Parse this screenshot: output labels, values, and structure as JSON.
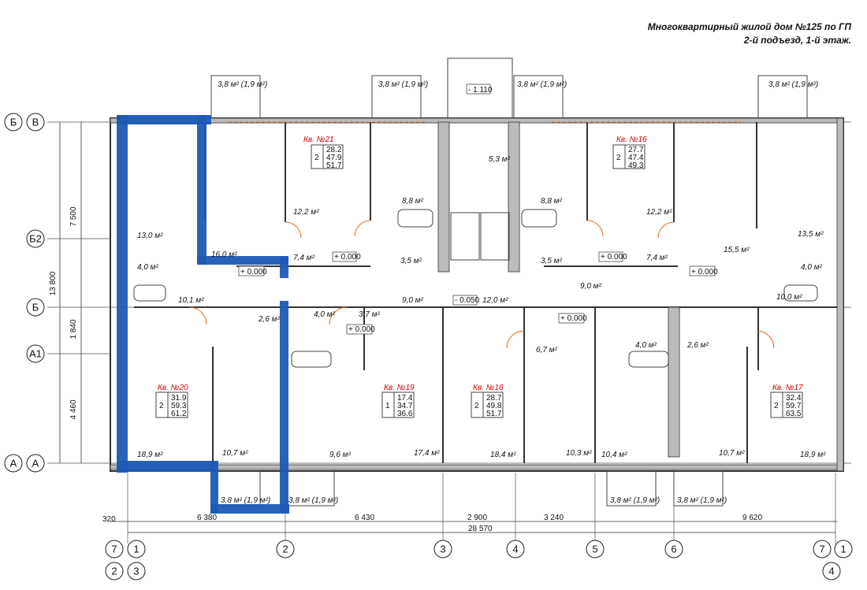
{
  "title": {
    "line1": "Многоквартирный жилой дом №125 по ГП",
    "line2": "2-й подъезд, 1-й этаж."
  },
  "axes_rows": [
    {
      "left": "Б",
      "right": "В"
    },
    {
      "left": "Б2",
      "right": ""
    },
    {
      "left": "Б",
      "right": ""
    },
    {
      "left": "А1",
      "right": ""
    },
    {
      "left": "А",
      "right": "А"
    }
  ],
  "axes_cols": [
    {
      "top": "7",
      "bottom": "2"
    },
    {
      "top": "1",
      "bottom": "3"
    },
    {
      "top": "2",
      "bottom": ""
    },
    {
      "top": "3",
      "bottom": ""
    },
    {
      "top": "4",
      "bottom": ""
    },
    {
      "top": "5",
      "bottom": ""
    },
    {
      "top": "6",
      "bottom": ""
    },
    {
      "top": "7",
      "bottom": "4"
    },
    {
      "top": "1",
      "bottom": ""
    }
  ],
  "dims_vertical": [
    "7 500",
    "13 800",
    "1 840",
    "4 460"
  ],
  "dims_horizontal": [
    "320",
    "6 380",
    "6 430",
    "2 900",
    "3 240",
    "9 620",
    "28 570"
  ],
  "apartments": [
    {
      "name": "Кв. №21",
      "rooms": "2",
      "v1": "28.2",
      "v2": "47.9",
      "v3": "51.7"
    },
    {
      "name": "Кв. №16",
      "rooms": "2",
      "v1": "27.7",
      "v2": "47.4",
      "v3": "49.3"
    },
    {
      "name": "Кв. №20",
      "rooms": "2",
      "v1": "31.9",
      "v2": "59.3",
      "v3": "61.2"
    },
    {
      "name": "Кв. №19",
      "rooms": "1",
      "v1": "17.4",
      "v2": "34.7",
      "v3": "36.6"
    },
    {
      "name": "Кв. №18",
      "rooms": "2",
      "v1": "28.7",
      "v2": "49.8",
      "v3": "51.7"
    },
    {
      "name": "Кв. №17",
      "rooms": "2",
      "v1": "32.4",
      "v2": "59.7",
      "v3": "63.5"
    }
  ],
  "balconies": {
    "label": "3,8 м² (1,9 м²)"
  },
  "areas": [
    "12,2 м²",
    "8,8 м²",
    "5,3 м²",
    "8,8 м²",
    "12,2 м²",
    "13,0 м²",
    "16,0 м²",
    "7,4 м²",
    "3,5 м²",
    "3,5 м²",
    "7,4 м²",
    "15,5 м²",
    "13,5 м²",
    "4,0 м²",
    "4,0 м²",
    "10,1 м²",
    "9,0 м²",
    "12,0 м²",
    "9,0 м²",
    "10,0 м²",
    "2,6 м²",
    "4,0 м²",
    "3,7 м²",
    "6,7 м²",
    "4,0 м²",
    "2,6 м²",
    "18,9 м²",
    "10,7 м²",
    "9,6 м²",
    "17,4 м²",
    "18,4 м²",
    "10,3 м²",
    "10,4 м²",
    "10,7 м²",
    "18,9 м²"
  ],
  "levels": [
    "- 1.110",
    "+ 0.000",
    "+ 0.000",
    "+ 0.000",
    "+ 0.000",
    "+ 0.000",
    "+ 0.000",
    "- 0.050"
  ]
}
